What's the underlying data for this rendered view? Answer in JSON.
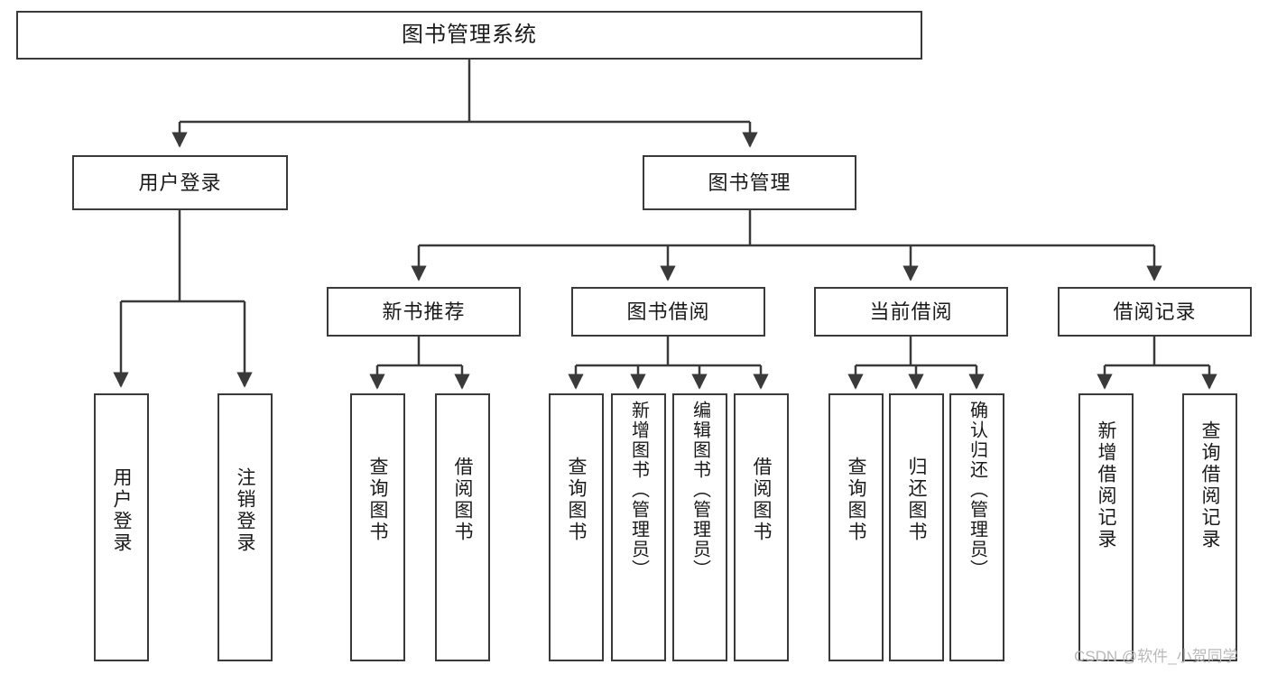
{
  "diagram": {
    "type": "tree-hierarchy",
    "title": "图书管理系统",
    "watermark": "CSDN @软件_小贺同学",
    "colors": {
      "box_border": "#3a3a3a",
      "box_fill": "#ffffff",
      "connector": "#3a3a3a",
      "text": "#1a1a1a",
      "watermark": "#b9b9b9"
    },
    "levels": {
      "root": {
        "label": "图书管理系统"
      },
      "level2": [
        {
          "label": "用户登录"
        },
        {
          "label": "图书管理"
        }
      ],
      "level3": [
        {
          "label": "新书推荐"
        },
        {
          "label": "图书借阅"
        },
        {
          "label": "当前借阅"
        },
        {
          "label": "借阅记录"
        }
      ],
      "leaves": {
        "user_login": [
          {
            "label": "用户登录"
          },
          {
            "label": "注销登录"
          }
        ],
        "new_book_recommend": [
          {
            "label": "查询图书"
          },
          {
            "label": "借阅图书"
          }
        ],
        "book_borrow": [
          {
            "label": "查询图书"
          },
          {
            "label": "新增图书（管理员）"
          },
          {
            "label": "编辑图书（管理员）"
          },
          {
            "label": "借阅图书"
          }
        ],
        "current_borrow": [
          {
            "label": "查询图书"
          },
          {
            "label": "归还图书"
          },
          {
            "label": "确认归还（管理员）"
          }
        ],
        "borrow_record": [
          {
            "label": "新增借阅记录"
          },
          {
            "label": "查询借阅记录"
          }
        ]
      }
    }
  }
}
